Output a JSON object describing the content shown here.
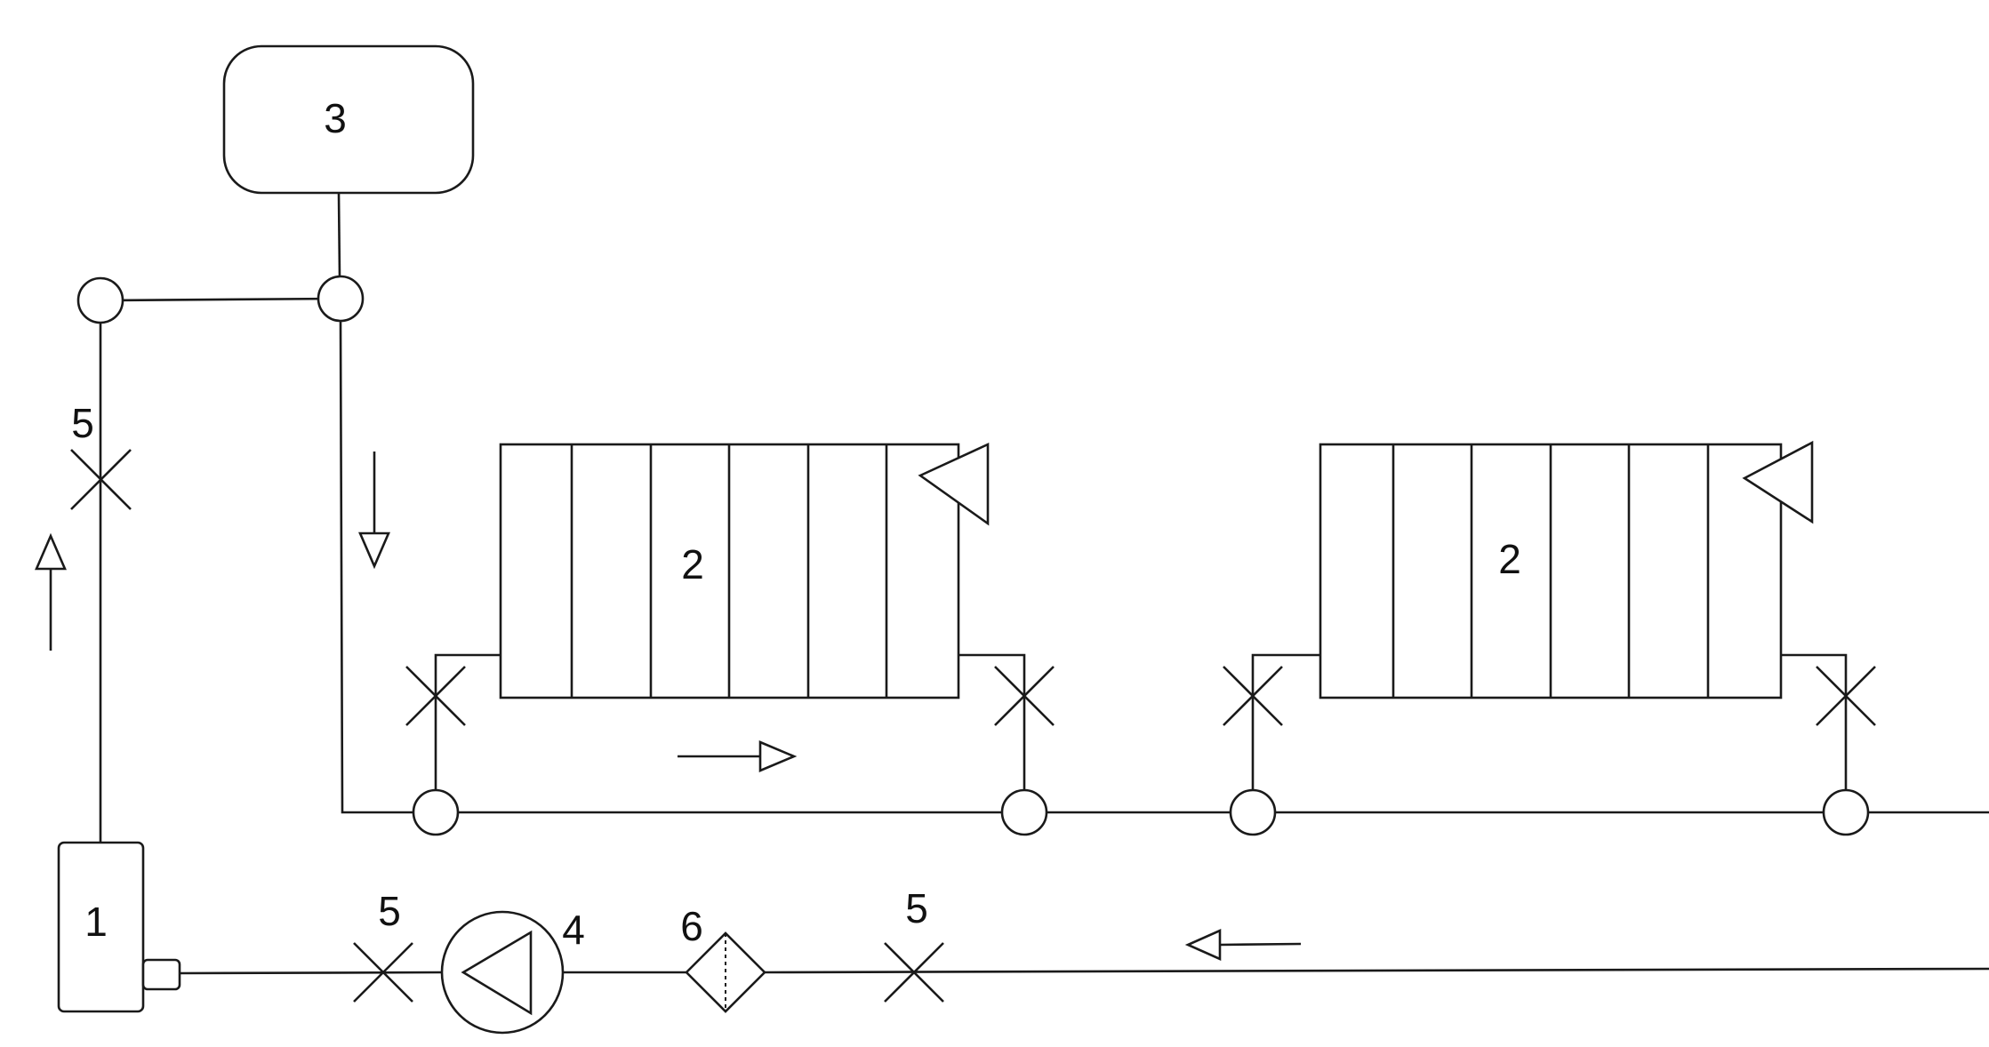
{
  "diagram": {
    "labels": {
      "boiler": "1",
      "radiator_left": "2",
      "radiator_right": "2",
      "expansion_tank": "3",
      "pump": "4",
      "valve_riser": "5",
      "valve_pump": "5",
      "valve_return": "5",
      "filter": "6"
    },
    "colors": {
      "stroke": "#1a1a1a",
      "background": "#ffffff"
    }
  }
}
